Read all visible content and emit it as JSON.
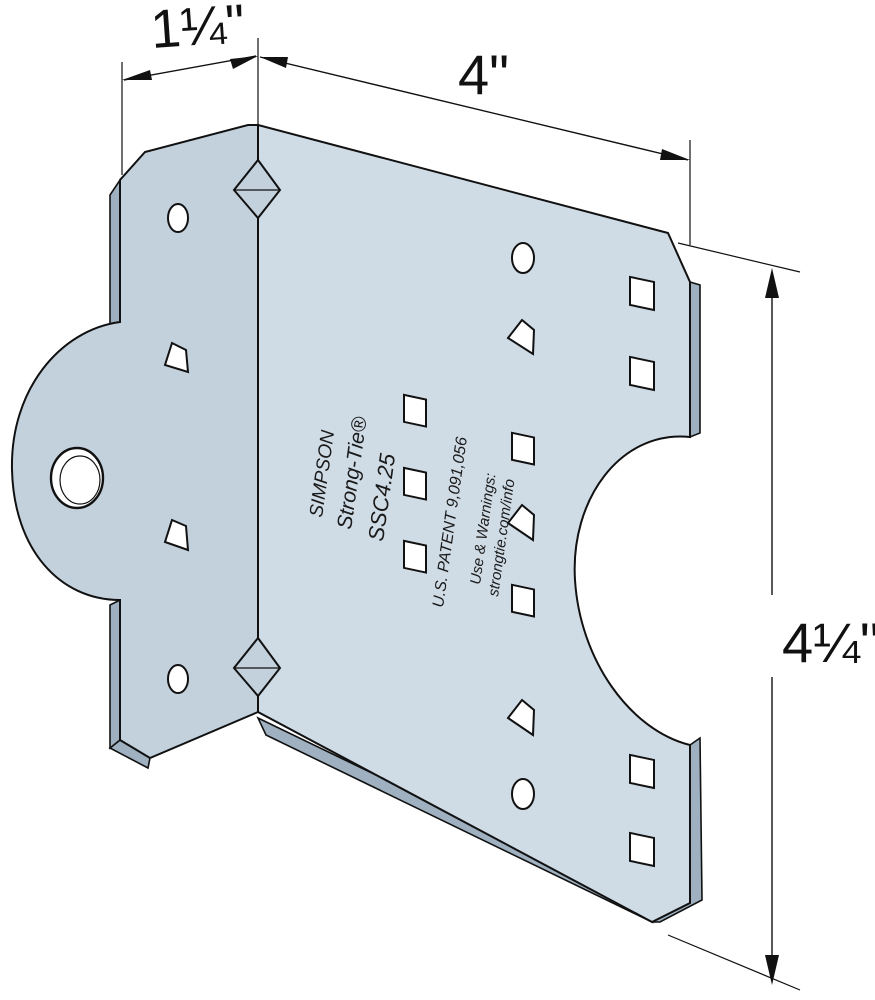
{
  "dimensions": {
    "flange_width": "1¼\"",
    "plate_width": "4\"",
    "plate_height": "4¼\""
  },
  "stamp": {
    "brand": "SIMPSON",
    "brand_sub": "Strong-Tie®",
    "model": "SSC4.25",
    "patent": "U.S. PATENT 9,091,056",
    "warnings_label": "Use & Warnings:",
    "warnings_url": "strongtie.com/info"
  },
  "colors": {
    "plate_fill": "#cfdbe5",
    "flange_fill": "#c3d1dd",
    "edge_fill": "#9fb1c0",
    "outline": "#111111"
  }
}
